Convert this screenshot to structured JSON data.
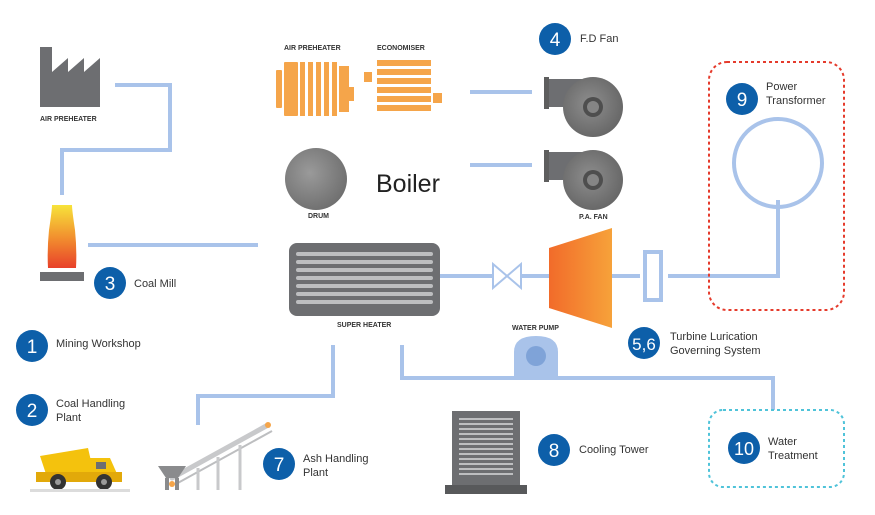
{
  "components": {
    "factory_label": "AIR PREHEATER",
    "air_preheater_label": "AIR PREHEATER",
    "economiser_label": "ECONOMISER",
    "drum_label": "DRUM",
    "boiler_title": "Boiler",
    "pa_fan_label": "P.A. FAN",
    "super_heater_label": "SUPER HEATER",
    "water_pump_label": "WATER PUMP"
  },
  "steps": [
    {
      "number": "1",
      "line1": "Mining Workshop",
      "line2": ""
    },
    {
      "number": "2",
      "line1": "Coal Handling",
      "line2": "Plant"
    },
    {
      "number": "3",
      "line1": "Coal Mill",
      "line2": ""
    },
    {
      "number": "4",
      "line1": "F.D Fan",
      "line2": ""
    },
    {
      "number": "5,6",
      "line1": "Turbine Lurication",
      "line2": "Governing System"
    },
    {
      "number": "7",
      "line1": "Ash Handling",
      "line2": "Plant"
    },
    {
      "number": "8",
      "line1": "Cooling Tower",
      "line2": ""
    },
    {
      "number": "9",
      "line1": "Power",
      "line2": "Transformer"
    },
    {
      "number": "10",
      "line1": "Water",
      "line2": "Treatment"
    }
  ],
  "colors": {
    "pipe": "#a9c3ea",
    "badge": "#0d5fa9",
    "equipment_gray": "#6d6e71",
    "heater_orange": "#f5a54a",
    "transformer_border": "#e53b2c",
    "treatment_border": "#4fc3d9",
    "flame_top": "#f7e33a",
    "flame_bottom": "#e8402a"
  }
}
